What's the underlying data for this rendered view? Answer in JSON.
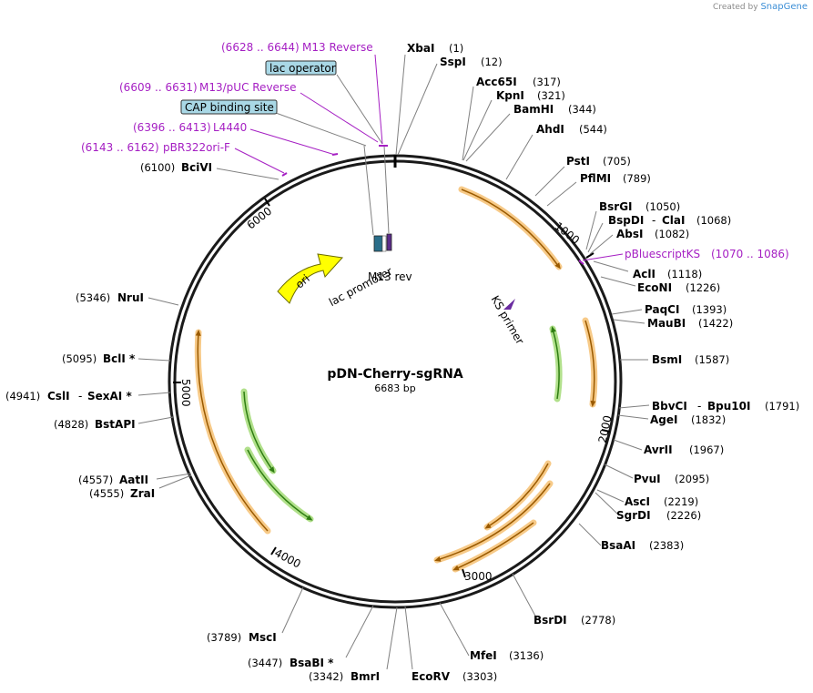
{
  "brand": {
    "created_by": "Created by",
    "name": "SnapGene"
  },
  "plasmid": {
    "name": "pDN-Cherry-sgRNA",
    "size": "6683 bp"
  },
  "colors": {
    "feature_label": "#a51fc3",
    "orange_feature": "#f4b860",
    "green_feature": "#7ec850",
    "ori_yellow": "#ffff00"
  },
  "ticks": [
    "1000",
    "2000",
    "3000",
    "4000",
    "5000",
    "6000"
  ],
  "sites": [
    {
      "name": "XbaI",
      "pos": "(1)"
    },
    {
      "name": "SspI",
      "pos": "(12)"
    },
    {
      "name": "Acc65I",
      "pos": "(317)"
    },
    {
      "name": "KpnI",
      "pos": "(321)"
    },
    {
      "name": "BamHI",
      "pos": "(344)"
    },
    {
      "name": "AhdI",
      "pos": "(544)"
    },
    {
      "name": "PstI",
      "pos": "(705)"
    },
    {
      "name": "PflMI",
      "pos": "(789)"
    },
    {
      "name": "BsrGI",
      "pos": "(1050)"
    },
    {
      "name": "BspDI",
      "name2": "ClaI",
      "pos": "(1068)"
    },
    {
      "name": "AbsI",
      "pos": "(1082)"
    },
    {
      "name": "AclI",
      "pos": "(1118)"
    },
    {
      "name": "EcoNI",
      "pos": "(1226)"
    },
    {
      "name": "PaqCI",
      "pos": "(1393)"
    },
    {
      "name": "MauBI",
      "pos": "(1422)"
    },
    {
      "name": "BsmI",
      "pos": "(1587)"
    },
    {
      "name": "BbvCI",
      "name2": "Bpu10I",
      "pos": "(1791)"
    },
    {
      "name": "AgeI",
      "pos": "(1832)"
    },
    {
      "name": "AvrII",
      "pos": "(1967)"
    },
    {
      "name": "PvuI",
      "pos": "(2095)"
    },
    {
      "name": "AscI",
      "pos": "(2219)"
    },
    {
      "name": "SgrDI",
      "pos": "(2226)"
    },
    {
      "name": "BsaAI",
      "pos": "(2383)"
    },
    {
      "name": "BsrDI",
      "pos": "(2778)"
    },
    {
      "name": "MfeI",
      "pos": "(3136)"
    },
    {
      "name": "EcoRV",
      "pos": "(3303)"
    },
    {
      "name": "BmrI",
      "pos": "(3342)"
    },
    {
      "name": "BsaBI *",
      "pos": "(3447)"
    },
    {
      "name": "MscI",
      "pos": "(3789)"
    },
    {
      "name": "ZraI",
      "pos": "(4555)"
    },
    {
      "name": "AatII",
      "pos": "(4557)"
    },
    {
      "name": "BstAPI",
      "pos": "(4828)"
    },
    {
      "name": "CslI",
      "name2": "SexAI *",
      "pos": "(4941)"
    },
    {
      "name": "BclI *",
      "pos": "(5095)"
    },
    {
      "name": "NruI",
      "pos": "(5346)"
    },
    {
      "name": "BciVI",
      "pos": "(6100)"
    }
  ],
  "features": [
    {
      "name": "M13 Reverse",
      "range": "(6628 .. 6644)"
    },
    {
      "name": "M13/pUC Reverse",
      "range": "(6609 .. 6631)"
    },
    {
      "name": "L4440",
      "range": "(6396 .. 6413)"
    },
    {
      "name": "pBR322ori-F",
      "range": "(6143 .. 6162)"
    },
    {
      "name": "pBluescriptKS",
      "range": "(1070 .. 1086)"
    }
  ],
  "boxes": {
    "lac_operator": "lac operator",
    "cap_site": "CAP binding site"
  },
  "inner_labels": {
    "ori": "ori",
    "lac_promoter": "lac promoter",
    "m13_rev": "M13 rev",
    "ks_primer": "KS primer"
  }
}
